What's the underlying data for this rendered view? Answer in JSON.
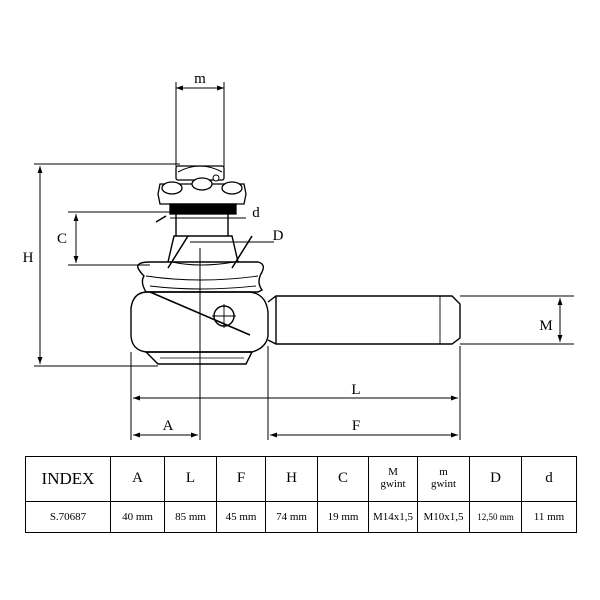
{
  "diagram": {
    "dimension_labels": {
      "m": "m",
      "H": "H",
      "C": "C",
      "d": "d",
      "D": "D",
      "M": "M",
      "L": "L",
      "A": "A",
      "F": "F"
    }
  },
  "table": {
    "headers": [
      {
        "main": "INDEX",
        "sub": ""
      },
      {
        "main": "A",
        "sub": ""
      },
      {
        "main": "L",
        "sub": ""
      },
      {
        "main": "F",
        "sub": ""
      },
      {
        "main": "H",
        "sub": ""
      },
      {
        "main": "C",
        "sub": ""
      },
      {
        "main": "M",
        "sub": "gwint"
      },
      {
        "main": "m",
        "sub": "gwint"
      },
      {
        "main": "D",
        "sub": ""
      },
      {
        "main": "d",
        "sub": ""
      }
    ],
    "row": [
      "S.70687",
      "40 mm",
      "85 mm",
      "45 mm",
      "74 mm",
      "19 mm",
      "M14x1,5",
      "M10x1,5",
      "12,50 mm",
      "11 mm"
    ]
  }
}
